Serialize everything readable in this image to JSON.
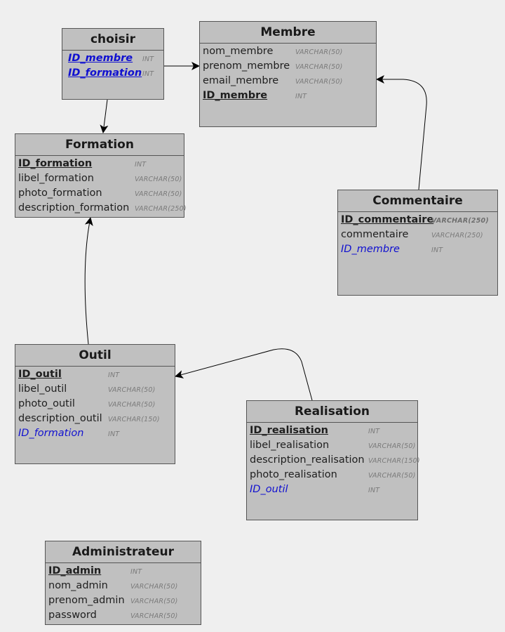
{
  "diagram": {
    "colors": {
      "background": "#efefef",
      "entity_fill": "#c0c0c0",
      "entity_border": "#555555",
      "foreign_key_text": "#1010d0",
      "type_text": "#7a7a7a",
      "link_stroke": "#000000"
    },
    "entities": [
      {
        "id": "choisir",
        "title": "choisir",
        "fields": [
          {
            "name": "ID_membre",
            "type": "INT",
            "pk": true,
            "fk": true
          },
          {
            "name": "ID_formation",
            "type": "INT",
            "pk": true,
            "fk": true
          }
        ]
      },
      {
        "id": "membre",
        "title": "Membre",
        "fields": [
          {
            "name": "nom_membre",
            "type": "VARCHAR(50)",
            "pk": false,
            "fk": false
          },
          {
            "name": "prenom_membre",
            "type": "VARCHAR(50)",
            "pk": false,
            "fk": false
          },
          {
            "name": "email_membre",
            "type": "VARCHAR(50)",
            "pk": false,
            "fk": false
          },
          {
            "name": "ID_membre",
            "type": "INT",
            "pk": true,
            "fk": false
          }
        ]
      },
      {
        "id": "formation",
        "title": "Formation",
        "fields": [
          {
            "name": "ID_formation",
            "type": "INT",
            "pk": true,
            "fk": false
          },
          {
            "name": "libel_formation",
            "type": "VARCHAR(50)",
            "pk": false,
            "fk": false
          },
          {
            "name": "photo_formation",
            "type": "VARCHAR(50)",
            "pk": false,
            "fk": false
          },
          {
            "name": "description_formation",
            "type": "VARCHAR(250)",
            "pk": false,
            "fk": false
          }
        ]
      },
      {
        "id": "commentaire",
        "title": "Commentaire",
        "fields": [
          {
            "name": "ID_commentaire",
            "type": "VARCHAR(250)",
            "pk": true,
            "fk": false
          },
          {
            "name": "commentaire",
            "type": "VARCHAR(250)",
            "pk": false,
            "fk": false
          },
          {
            "name": "ID_membre",
            "type": "INT",
            "pk": false,
            "fk": true
          }
        ]
      },
      {
        "id": "outil",
        "title": "Outil",
        "fields": [
          {
            "name": "ID_outil",
            "type": "INT",
            "pk": true,
            "fk": false
          },
          {
            "name": "libel_outil",
            "type": "VARCHAR(50)",
            "pk": false,
            "fk": false
          },
          {
            "name": "photo_outil",
            "type": "VARCHAR(50)",
            "pk": false,
            "fk": false
          },
          {
            "name": "description_outil",
            "type": "VARCHAR(150)",
            "pk": false,
            "fk": false
          },
          {
            "name": "ID_formation",
            "type": "INT",
            "pk": false,
            "fk": true
          }
        ]
      },
      {
        "id": "realisation",
        "title": "Realisation",
        "fields": [
          {
            "name": "ID_realisation",
            "type": "INT",
            "pk": true,
            "fk": false
          },
          {
            "name": "libel_realisation",
            "type": "VARCHAR(50)",
            "pk": false,
            "fk": false
          },
          {
            "name": "description_realisation",
            "type": "VARCHAR(150)",
            "pk": false,
            "fk": false
          },
          {
            "name": "photo_realisation",
            "type": "VARCHAR(50)",
            "pk": false,
            "fk": false
          },
          {
            "name": "ID_outil",
            "type": "INT",
            "pk": false,
            "fk": true
          }
        ]
      },
      {
        "id": "administrateur",
        "title": "Administrateur",
        "fields": [
          {
            "name": "ID_admin",
            "type": "INT",
            "pk": true,
            "fk": false
          },
          {
            "name": "nom_admin",
            "type": "VARCHAR(50)",
            "pk": false,
            "fk": false
          },
          {
            "name": "prenom_admin",
            "type": "VARCHAR(50)",
            "pk": false,
            "fk": false
          },
          {
            "name": "password",
            "type": "VARCHAR(50)",
            "pk": false,
            "fk": false
          }
        ]
      }
    ],
    "links": [
      {
        "from": "choisir",
        "to": "membre"
      },
      {
        "from": "choisir",
        "to": "formation"
      },
      {
        "from": "commentaire",
        "to": "membre"
      },
      {
        "from": "outil",
        "to": "formation"
      },
      {
        "from": "realisation",
        "to": "outil"
      }
    ]
  }
}
